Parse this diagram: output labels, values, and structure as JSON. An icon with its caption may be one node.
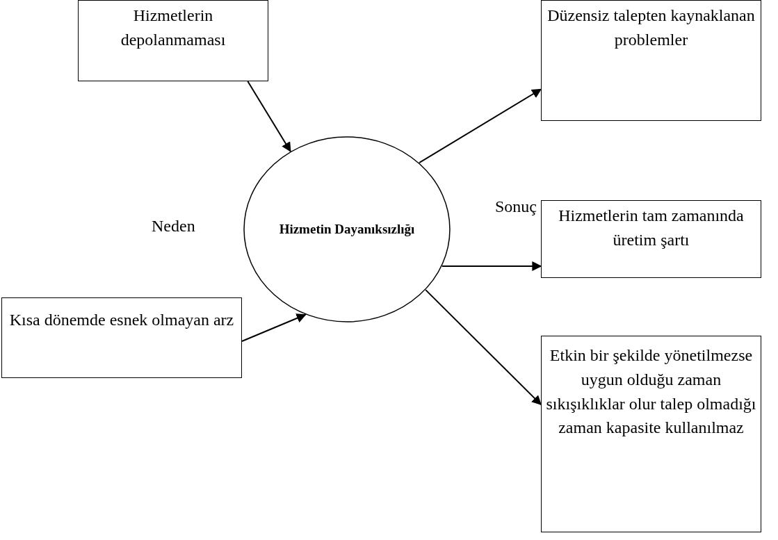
{
  "diagram": {
    "nodes": [
      {
        "text": [
          "Hizmetlerin depolanmaması"
        ]
      },
      {
        "text": [
          "Hizmetin Dayanıksızlığı"
        ]
      },
      {
        "text": [
          "Düzensiz talepten kaynaklanan problemler"
        ]
      },
      {
        "text": [
          "Hizmetlerin tam zamanında üretim şartı"
        ]
      },
      {
        "text": [
          "Kısa dönemde esnek olmayan arz"
        ]
      },
      {
        "text": [
          "Etkin bir şekilde yönetilmezse uygun olduğu zaman sıkışıklıklar olur talep olmadığı zaman kapasite kullanılmaz"
        ]
      }
    ],
    "edges": [
      {
        "from": 0,
        "to": 1,
        "arrow": "to"
      },
      {
        "from": 4,
        "to": 1,
        "arrow": "to"
      },
      {
        "from": 1,
        "to": 2,
        "arrow": "to"
      },
      {
        "from": 1,
        "to": 3,
        "arrow": "to"
      },
      {
        "from": 1,
        "to": 5,
        "arrow": "to"
      }
    ],
    "labels": [
      "Neden",
      "Sonuç"
    ]
  }
}
